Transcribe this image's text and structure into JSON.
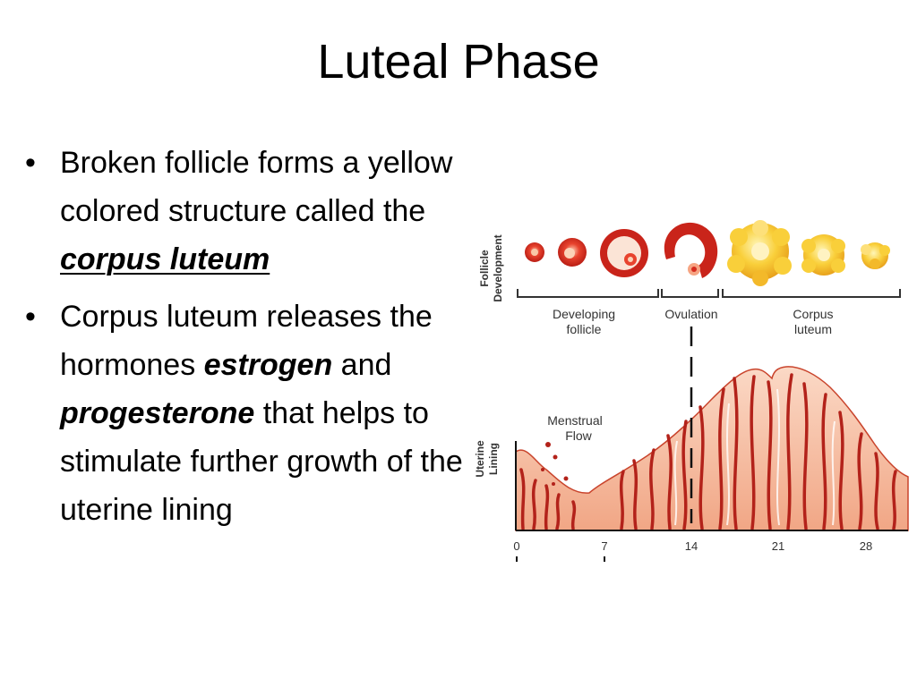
{
  "title": "Luteal Phase",
  "bullets": {
    "b1": {
      "text_a": "Broken follicle forms a yellow colored structure called the ",
      "key": "corpus luteum"
    },
    "b2": {
      "text_a": "Corpus luteum releases the hormones ",
      "key1": "estrogen",
      "text_b": " and ",
      "key2": "progesterone",
      "text_c": " that helps to stimulate further growth of the uterine lining"
    }
  },
  "diagram": {
    "row_label_follicle_1": "Follicle",
    "row_label_follicle_2": "Development",
    "row_label_uterine_1": "Uterine",
    "row_label_uterine_2": "Lining",
    "stage_developing_1": "Developing",
    "stage_developing_2": "follicle",
    "stage_ovulation": "Ovulation",
    "stage_corpus_1": "Corpus",
    "stage_corpus_2": "luteum",
    "menstrual_1": "Menstrual",
    "menstrual_2": "Flow",
    "day_ticks": [
      "0",
      "7",
      "14",
      "21",
      "28"
    ],
    "colors": {
      "follicle_red": "#d62b1f",
      "luteum_yellow": "#f7c52d",
      "lining_fill": "#f6c2a6",
      "vessel_red": "#b3221a"
    }
  }
}
